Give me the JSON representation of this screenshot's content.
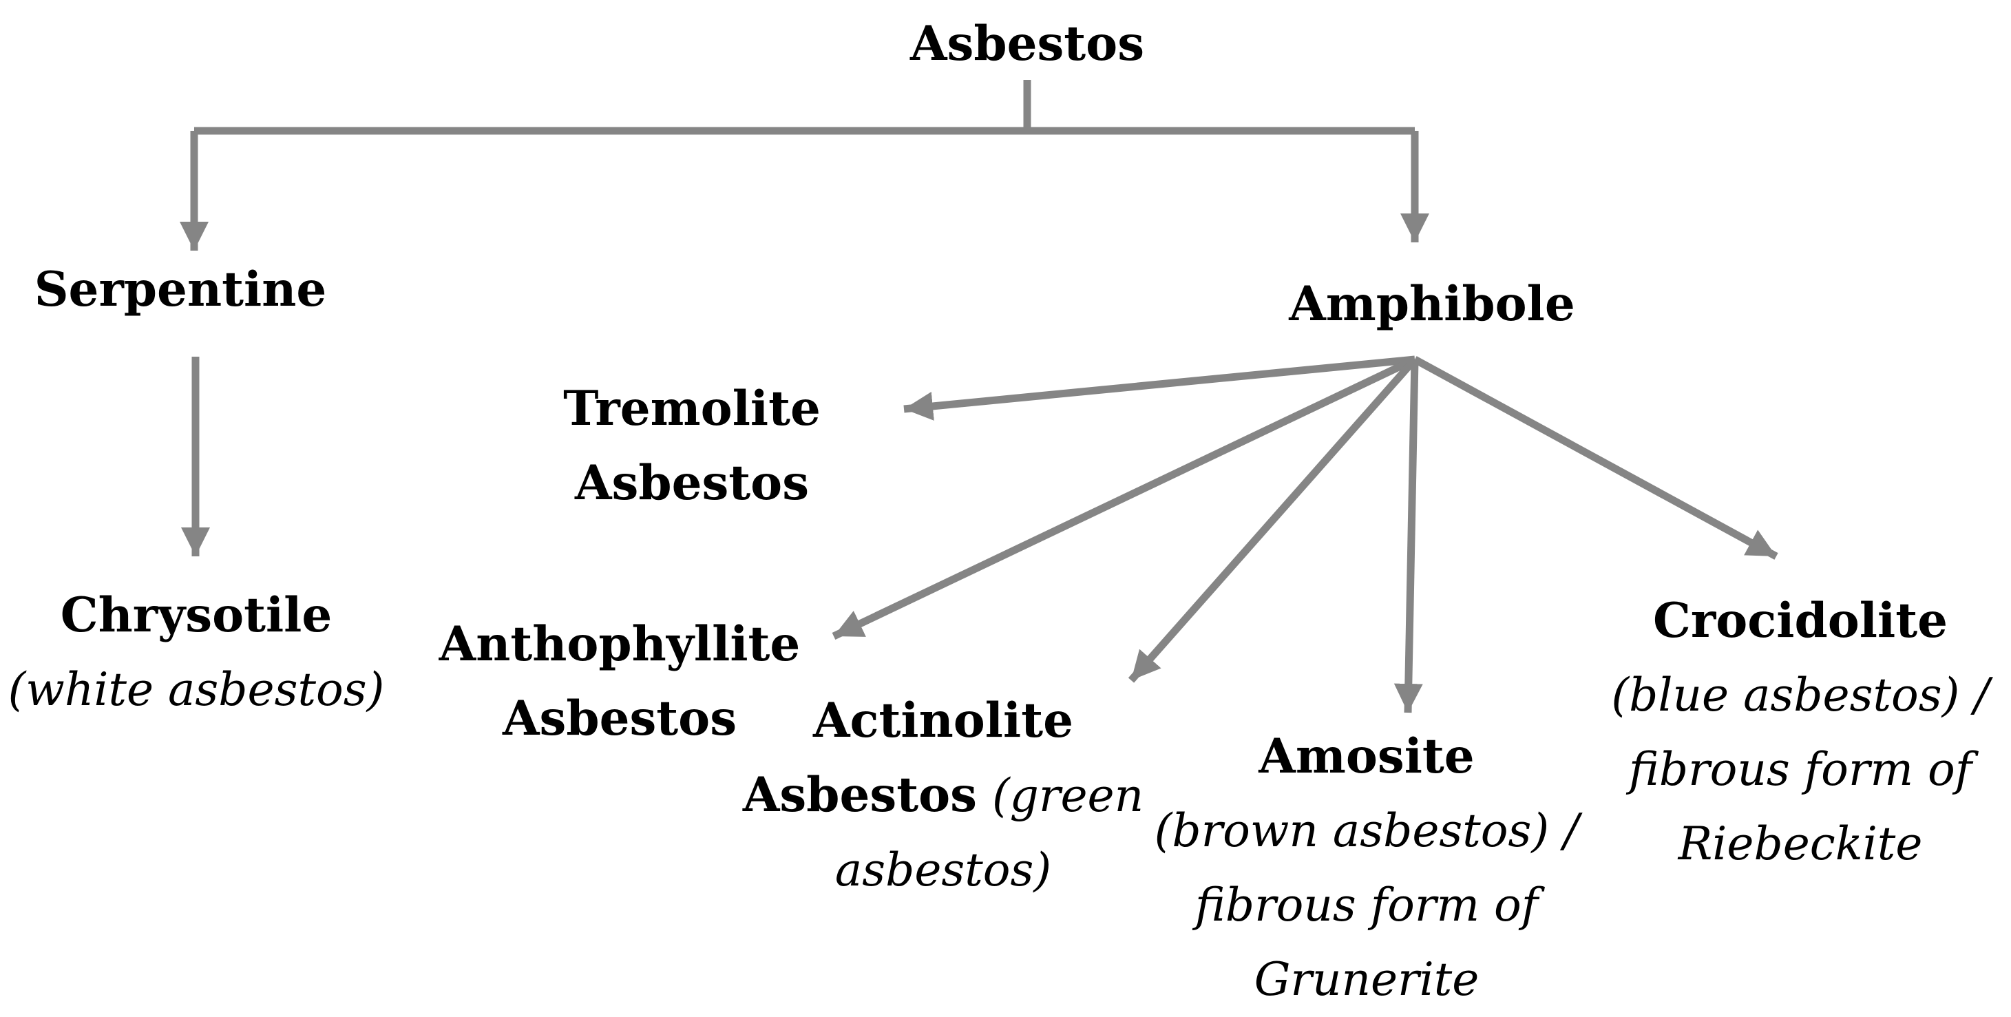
{
  "diagram": {
    "root": {
      "label": "Asbestos"
    },
    "groups": {
      "serpentine": {
        "label": "Serpentine"
      },
      "amphibole": {
        "label": "Amphibole"
      }
    },
    "minerals": {
      "chrysotile": {
        "name": "Chrysotile",
        "note": "(white asbestos)"
      },
      "tremolite": {
        "line1": "Tremolite",
        "line2": "Asbestos"
      },
      "anthophyllite": {
        "line1": "Anthophyllite",
        "line2": "Asbestos"
      },
      "actinolite": {
        "line1": "Actinolite",
        "line2_bold": "Asbestos",
        "line2_note": "(green",
        "line3_note": "asbestos)"
      },
      "amosite": {
        "name": "Amosite",
        "note1": "(brown asbestos) /",
        "note2": "fibrous form of",
        "note3": "Grunerite"
      },
      "crocidolite": {
        "name": "Crocidolite",
        "note1": "(blue asbestos) /",
        "note2": "fibrous form of",
        "note3": "Riebeckite"
      }
    },
    "connections": [
      {
        "from": "Asbestos",
        "to": "Serpentine"
      },
      {
        "from": "Asbestos",
        "to": "Amphibole"
      },
      {
        "from": "Serpentine",
        "to": "Chrysotile"
      },
      {
        "from": "Amphibole",
        "to": "Tremolite Asbestos"
      },
      {
        "from": "Amphibole",
        "to": "Anthophyllite Asbestos"
      },
      {
        "from": "Amphibole",
        "to": "Actinolite Asbestos"
      },
      {
        "from": "Amphibole",
        "to": "Amosite"
      },
      {
        "from": "Amphibole",
        "to": "Crocidolite"
      }
    ],
    "colors": {
      "connector": "#858585",
      "text": "#000000",
      "background": "#ffffff"
    }
  }
}
